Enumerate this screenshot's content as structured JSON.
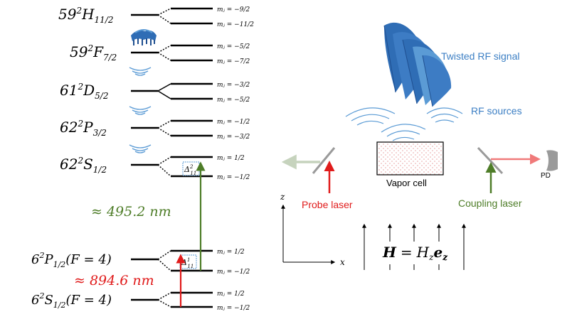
{
  "levels": {
    "h11": {
      "n": "59",
      "sup": "2",
      "L": "H",
      "j": "11/2",
      "m_top": "mⱼ = −9/2",
      "m_bot": "mⱼ = −11/2"
    },
    "f7": {
      "n": "59",
      "sup": "2",
      "L": "F",
      "j": "7/2",
      "m_top": "mⱼ = −5/2",
      "m_bot": "mⱼ = −7/2"
    },
    "d5": {
      "n": "61",
      "sup": "2",
      "L": "D",
      "j": "5/2",
      "m_top": "mⱼ = −3/2",
      "m_bot": "mⱼ = −5/2"
    },
    "p3": {
      "n": "62",
      "sup": "2",
      "L": "P",
      "j": "3/2",
      "m_top": "mⱼ = −1/2",
      "m_bot": "mⱼ = −3/2"
    },
    "s1": {
      "n": "62",
      "sup": "2",
      "L": "S",
      "j": "1/2",
      "m_top": "mⱼ = 1/2",
      "m_bot": "mⱼ = −1/2"
    },
    "p1": {
      "n": "6",
      "sup": "2",
      "L": "P",
      "j": "1/2",
      "suffix": "(F = 4)",
      "m_top": "mⱼ = 1/2",
      "m_bot": "mⱼ = −1/2"
    },
    "g": {
      "n": "6",
      "sup": "2",
      "L": "S",
      "j": "1/2",
      "suffix": "(F = 4)",
      "m_top": "mⱼ = 1/2",
      "m_bot": "mⱼ = −1/2"
    }
  },
  "delta2": {
    "base": "Δ",
    "sup": "2",
    "sub": "11"
  },
  "delta1": {
    "base": "Δ",
    "sup": "1",
    "sub": "11"
  },
  "wavelength_coupling": "≈ 495.2 nm",
  "wavelength_probe": "≈ 894.6 nm",
  "labels": {
    "twisted_rf": "Twisted RF signal",
    "rf_sources": "RF sources",
    "vapor_cell": "Vapor cell",
    "probe_laser": "Probe laser",
    "coupling_laser": "Coupling laser",
    "pd": "PD",
    "axis_z": "z",
    "axis_x": "x"
  },
  "field_eq": {
    "lhs": "H",
    "eq": "=",
    "rhs": "H",
    "rhs_sub": "z",
    "vec": "e",
    "vec_sub": "z"
  },
  "colors": {
    "probe": "#e01b1b",
    "coupling": "#4e7d28",
    "rf_blue": "#2f6db5",
    "rf_text": "#3c7fc4",
    "wave": "#5b9bd5",
    "level": "#000000",
    "cell_border": "#000000",
    "cell_dots": "#e8a0a0"
  }
}
